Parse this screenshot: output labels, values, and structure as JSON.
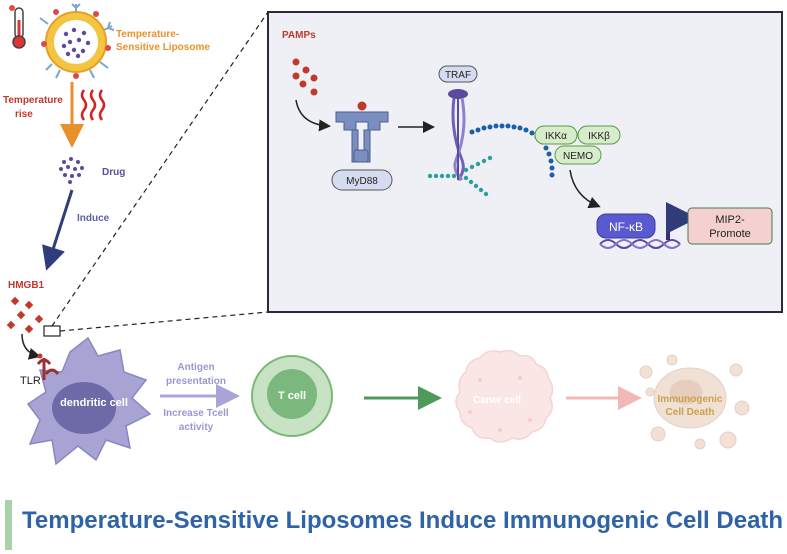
{
  "labels": {
    "liposome": [
      "Temperature-",
      "Sensitive Liposome"
    ],
    "temperature_rise": [
      "Temperature",
      "rise"
    ],
    "drug": "Drug",
    "induce": "Induce",
    "hmgb1": "HMGB1",
    "tlr": "TLR",
    "pamps": "PAMPs",
    "traf": "TRAF",
    "myd88": "MyD88",
    "ikka": "IKKα",
    "ikkb": "IKKβ",
    "nemo": "NEMO",
    "nfkb": "NF-κB",
    "mip2": [
      "MIP2-",
      "Promote"
    ],
    "dendritic_cell": "dendritic cell",
    "antigen_presentation": [
      "Antigen",
      "presentation"
    ],
    "increase_tcell": [
      "Increase Tcell",
      "activity"
    ],
    "t_cell": "T cell",
    "cancer_cell": "Caner cell",
    "icd": [
      "Immunogenic",
      "Cell Death"
    ]
  },
  "title": "Temperature-Sensitive Liposomes Induce Immunogenic Cell Death",
  "colors": {
    "title": "#2e63a8",
    "title_bar": "#a8d2a8",
    "orange": "#e8912b",
    "red": "#c0392b",
    "navy": "#2f3d7a",
    "purple": "#5b4a9e",
    "box_bg": "#eef0f6",
    "teal": "#2aa198",
    "dendritic": "#9a9ac8",
    "tcell": "#5aa86a"
  }
}
